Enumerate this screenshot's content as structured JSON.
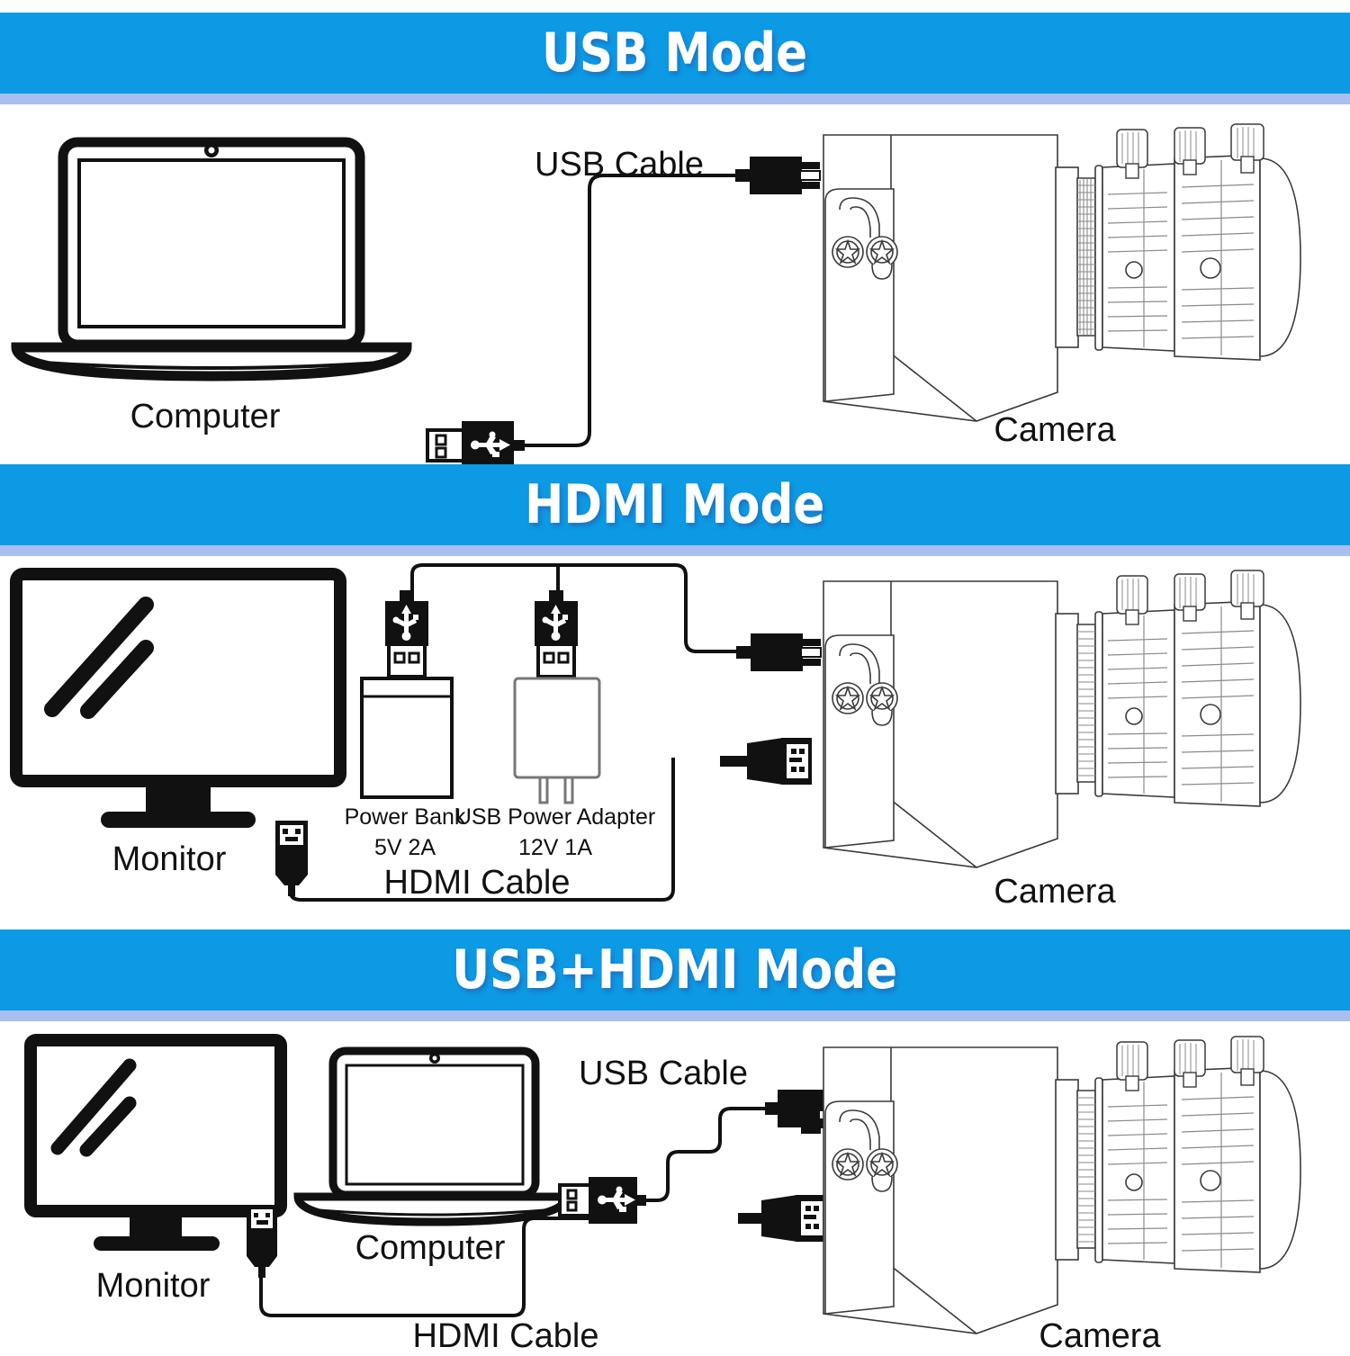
{
  "theme": {
    "banner_bg": "#0c9ae5",
    "banner_shadow": "#a8bff0",
    "banner_text": "#ffffff",
    "line": "#111111",
    "label_text": "#111111"
  },
  "sections": [
    {
      "id": "usb-mode",
      "title": "USB Mode",
      "labels": {
        "computer": "Computer",
        "usb_cable": "USB Cable",
        "camera": "Camera"
      }
    },
    {
      "id": "hdmi-mode",
      "title": "HDMI Mode",
      "labels": {
        "monitor": "Monitor",
        "power_bank": "Power Bank",
        "power_bank_spec": "5V 2A",
        "usb_power_adapter": "USB Power Adapter",
        "usb_power_adapter_spec": "12V 1A",
        "hdmi_cable": "HDMI Cable",
        "camera": "Camera"
      }
    },
    {
      "id": "usb-hdmi-mode",
      "title": "USB+HDMI Mode",
      "labels": {
        "monitor": "Monitor",
        "computer": "Computer",
        "usb_cable": "USB Cable",
        "hdmi_cable": "HDMI Cable",
        "camera": "Camera"
      }
    }
  ],
  "icons": {
    "usb_a_plug": "usb-a-plug-icon",
    "usb_micro_plug": "usb-micro-plug-icon",
    "hdmi_plug": "hdmi-plug-icon",
    "laptop": "laptop-icon",
    "monitor": "monitor-icon",
    "power_bank": "power-bank-icon",
    "power_adapter": "power-adapter-icon",
    "camera": "industrial-camera-icon"
  }
}
